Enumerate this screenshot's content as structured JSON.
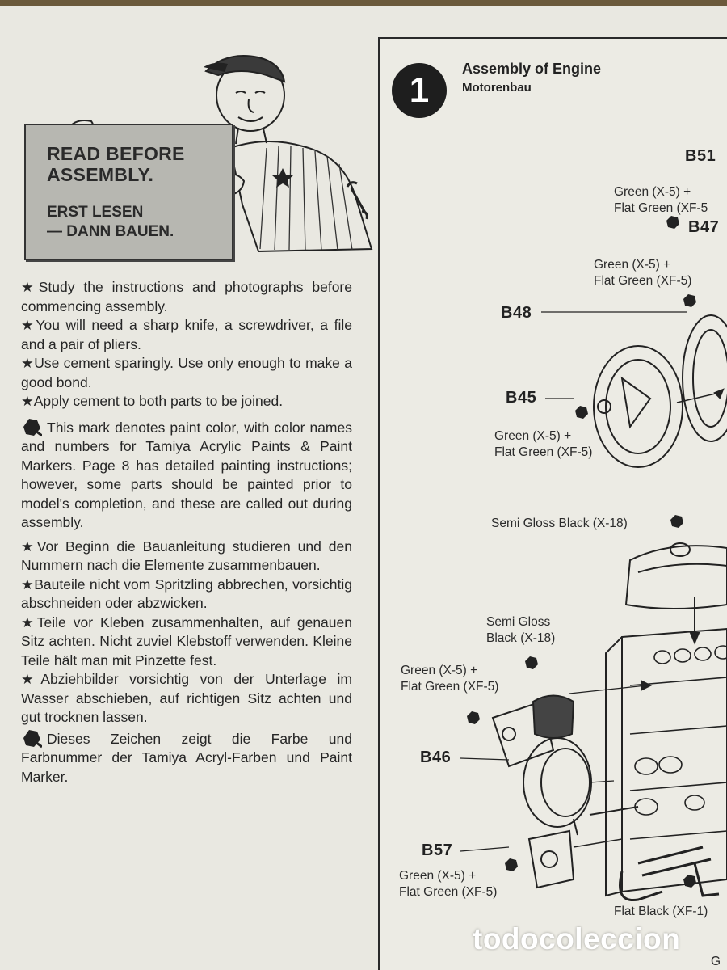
{
  "sign": {
    "line1": "READ BEFORE",
    "line2": "ASSEMBLY.",
    "line3": "ERST LESEN",
    "line4": "— DANN BAUEN."
  },
  "instructions_en": [
    "★Study the instructions and photographs before commencing assembly.",
    "★You will need a sharp knife, a screwdriver, a file and a pair of pliers.",
    "★Use cement sparingly. Use only enough to make a good bond.",
    "★Apply cement to both parts to be joined."
  ],
  "paint_note_en": "This mark denotes paint color, with color names and numbers for Tamiya Acrylic Paints & Paint Markers. Page 8 has detailed painting instructions; however, some parts should be painted prior to model's completion, and these are called out during assembly.",
  "instructions_de": [
    "★Vor Beginn die Bauanleitung studieren und den Nummern nach die Elemente zusammenbauen.",
    "★Bauteile nicht vom Spritzling abbrechen, vorsichtig abschneiden oder abzwicken.",
    "★Teile vor Kleben zusammenhalten, auf genauen Sitz achten. Nicht zuviel Klebstoff verwenden. Kleine Teile hält man mit Pinzette fest.",
    "★Abziehbilder vorsichtig von der Unterlage im Wasser abschieben, auf richtigen Sitz achten und gut trocknen lassen."
  ],
  "paint_note_de": "Dieses Zeichen zeigt die Farbe und Farbnummer der Tamiya Acryl-Farben und Paint Marker.",
  "step": {
    "number": "1",
    "title": "Assembly of Engine",
    "subtitle": "Motorenbau"
  },
  "parts": {
    "b51": "B51",
    "b47": "B47",
    "b48": "B48",
    "b45": "B45",
    "b46": "B46",
    "b57": "B57"
  },
  "paint_labels": {
    "green_a1": "Green (X-5) +",
    "green_a2": "Flat Green (XF-5",
    "green_b1": "Green (X-5) +",
    "green_b2": "Flat Green (XF-5)",
    "green_c1": "Green (X-5) +",
    "green_c2": "Flat Green (XF-5)",
    "semi_gloss_1": "Semi Gloss Black (X-18)",
    "semi_gloss_2a": "Semi Gloss",
    "semi_gloss_2b": "Black (X-18)",
    "green_d1": "Green (X-5) +",
    "green_d2": "Flat Green (XF-5)",
    "green_e1": "Green (X-5) +",
    "green_e2": "Flat Green (XF-5)",
    "flat_black": "Flat Black (XF-1)",
    "cut_g": "G"
  },
  "watermark": "todocoleccion"
}
